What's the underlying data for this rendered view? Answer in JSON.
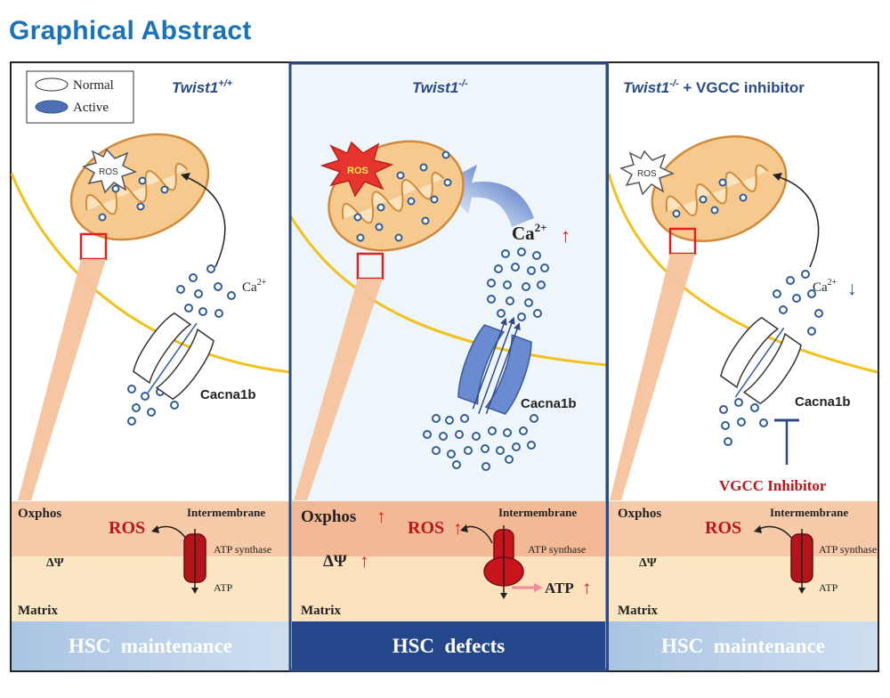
{
  "title": "Graphical Abstract",
  "legend": {
    "normal": "Normal",
    "active": "Active"
  },
  "panels": [
    {
      "id": "p1",
      "genotype_main": "Twist1",
      "genotype_sup": "+/+",
      "genotype_suffix": "",
      "ros_mito": "ROS",
      "ca_label": "Ca",
      "ca_sup": "2+",
      "ca_arrow": "",
      "channel_label": "Cacna1b",
      "inhibitor_label": "",
      "oxphos": "Oxphos",
      "ros_membrane": "ROS",
      "intermembrane": "Intermembrane",
      "delta_psi": "ΔΨ",
      "atp_synthase": "ATP synthase",
      "atp": "ATP",
      "matrix": "Matrix",
      "outcome": "HSC  maintenance",
      "state": "normal"
    },
    {
      "id": "p2",
      "genotype_main": "Twist1",
      "genotype_sup": "-/-",
      "genotype_suffix": "",
      "ros_mito": "ROS",
      "ca_label": "Ca",
      "ca_sup": "2+",
      "ca_arrow": "↑",
      "channel_label": "Cacna1b",
      "inhibitor_label": "",
      "oxphos": "Oxphos",
      "ros_membrane": "ROS",
      "intermembrane": "Intermembrane",
      "delta_psi": "ΔΨ",
      "atp_synthase": "ATP synthase",
      "atp": "ATP",
      "matrix": "Matrix",
      "outcome": "HSC  defects",
      "state": "active"
    },
    {
      "id": "p3",
      "genotype_main": "Twist1",
      "genotype_sup": "-/-",
      "genotype_suffix": " + VGCC inhibitor",
      "ros_mito": "ROS",
      "ca_label": "Ca",
      "ca_sup": "2+",
      "ca_arrow": "↓",
      "channel_label": "Cacna1b",
      "inhibitor_label": "VGCC Inhibitor",
      "oxphos": "Oxphos",
      "ros_membrane": "ROS",
      "intermembrane": "Intermembrane",
      "delta_psi": "ΔΨ",
      "atp_synthase": "ATP synthase",
      "atp": "ATP",
      "matrix": "Matrix",
      "outcome": "HSC  maintenance",
      "state": "normal"
    }
  ],
  "colors": {
    "title": "#1a73b8",
    "panel_border": "#2a4a86",
    "mito_fill": "#f6c98e",
    "mito_stroke": "#d08a3a",
    "membrane_yellow": "#f2c21b",
    "oxphos_band": "#f6c9a8",
    "matrix_band": "#fbe6c3",
    "ros_red": "#c0161b",
    "channel_blue": "#5d7fc4",
    "hsc_light": "#bcd2ea",
    "hsc_dark": "#24478c",
    "panel2_bg": "#eef5fb",
    "dot_stroke": "#2f5d99"
  }
}
